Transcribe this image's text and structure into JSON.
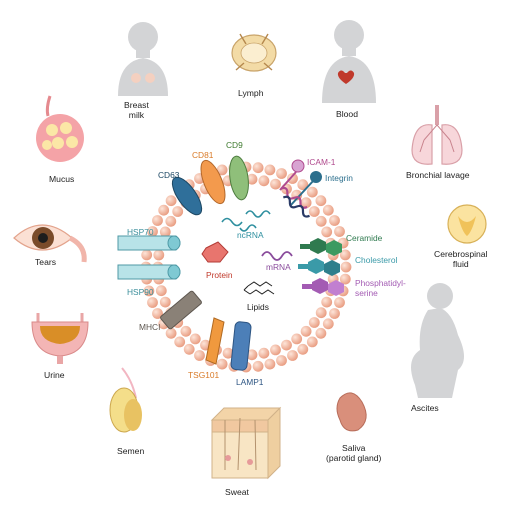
{
  "fluids": {
    "breast_milk": "Breast\nmilk",
    "lymph": "Lymph",
    "blood": "Blood",
    "mucus": "Mucus",
    "bronchial_lavage": "Bronchial lavage",
    "tears": "Tears",
    "csf": "Cerebrospinal\nfluid",
    "urine": "Urine",
    "ascites": "Ascites",
    "semen": "Semen",
    "saliva": "Saliva\n(parotid gland)",
    "sweat": "Sweat"
  },
  "markers": {
    "cd9": "CD9",
    "cd81": "CD81",
    "cd63": "CD63",
    "icam1": "ICAM-1",
    "integrin": "Integrin",
    "hsp70": "HSP70",
    "hsp90": "HSP90",
    "ncrna": "ncRNA",
    "protein": "Protein",
    "mrna": "mRNA",
    "lipids": "Lipids",
    "ceramide": "Ceramide",
    "cholesterol": "Cholesterol",
    "phosphatidylserine": "Phosphatidyl-\nserine",
    "mhci": "MHCI",
    "tsg101": "TSG101",
    "lamp1": "LAMP1"
  },
  "colors": {
    "membrane_bead": "#f2b69c",
    "membrane_inner": "#fbe2d6",
    "silhouette": "#d3d4d6",
    "cd9": "#8fbf7a",
    "cd81": "#f39a4d",
    "cd63": "#2f6f9a",
    "icam1": "#b04a8e",
    "integrin": "#2c6f8d",
    "hsp": "#7fc9d3",
    "ncrna": "#2e8f9f",
    "protein": "#d9534f",
    "mrna": "#8a4c9c",
    "ceramide": "#2f7a4f",
    "cholesterol": "#3a9aa8",
    "phosphatidylserine": "#a35bb3",
    "mhci": "#8a8177",
    "tsg101": "#f0993e",
    "lamp1": "#4c7fb8"
  }
}
